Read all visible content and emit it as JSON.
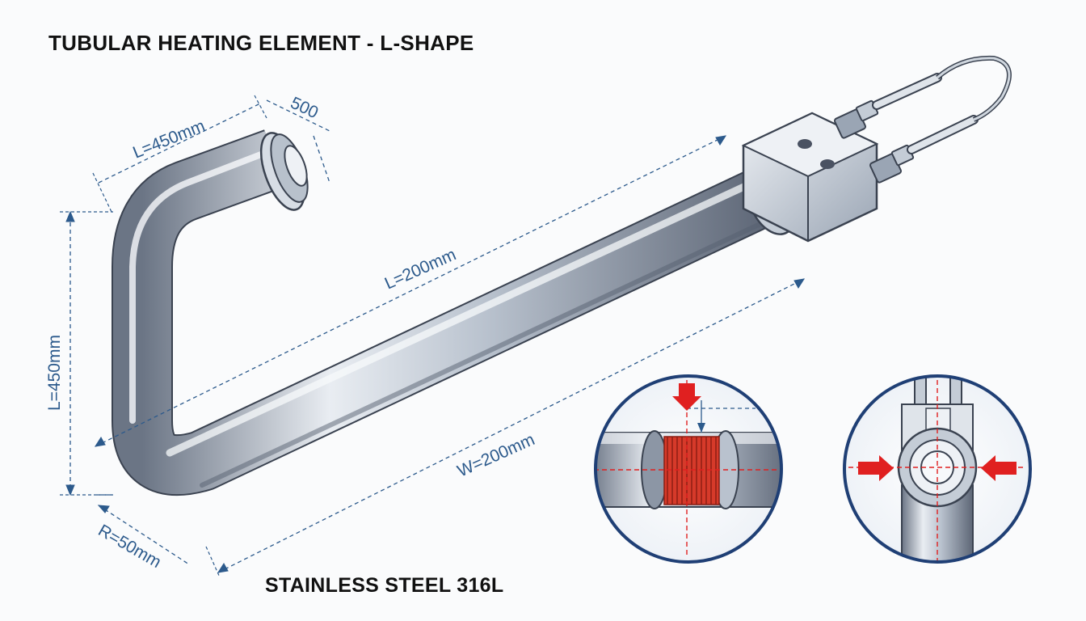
{
  "title": "TUBULAR HEATING ELEMENT - L-SHAPE",
  "material": "STAINLESS STEEL 316L",
  "dimensions": {
    "top_length": "L=450mm",
    "flange": "500",
    "long_length": "L=200mm",
    "vertical_length": "L=450mm",
    "width": "W=200mm",
    "radius": "R=50mm"
  },
  "colors": {
    "dimension_line": "#2c5a8c",
    "tube_metal": "#a9b4c2",
    "outline": "#3a4250",
    "callout_ring": "#1f3f75",
    "heat_coil": "#d63a2a",
    "arrow": "#e02020"
  }
}
